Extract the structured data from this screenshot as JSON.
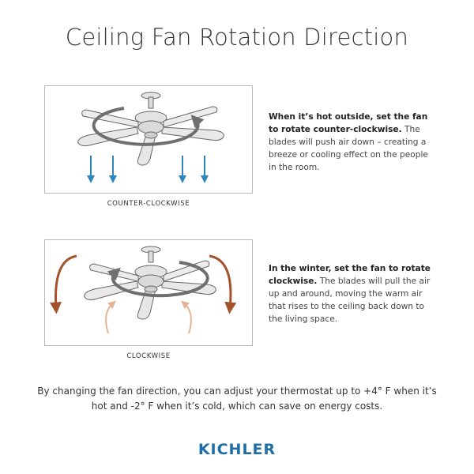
{
  "title": "Ceiling Fan Rotation Direction",
  "summer": {
    "caption": "COUNTER-CLOCKWISE",
    "lead": "When it’s hot outside, set the fan to rotate counter-clockwise.",
    "body": " The blades will push air down – creating a breeze or cooling effect on the people in the room.",
    "arrow_color": "#2e86c1"
  },
  "winter": {
    "caption": "CLOCKWISE",
    "lead": "In the winter, set the fan to rotate clockwise.",
    "body": " The blades will pull the air up and around, moving the warm air that rises to the ceiling back down to the living space.",
    "arrow_color_dark": "#a5522c",
    "arrow_color_light": "#e3b494"
  },
  "footer": "By changing the fan direction, you can adjust your thermostat up to +4° F when it’s hot and -2° F when it’s cold, which can save on energy costs.",
  "brand": "KICHLER"
}
